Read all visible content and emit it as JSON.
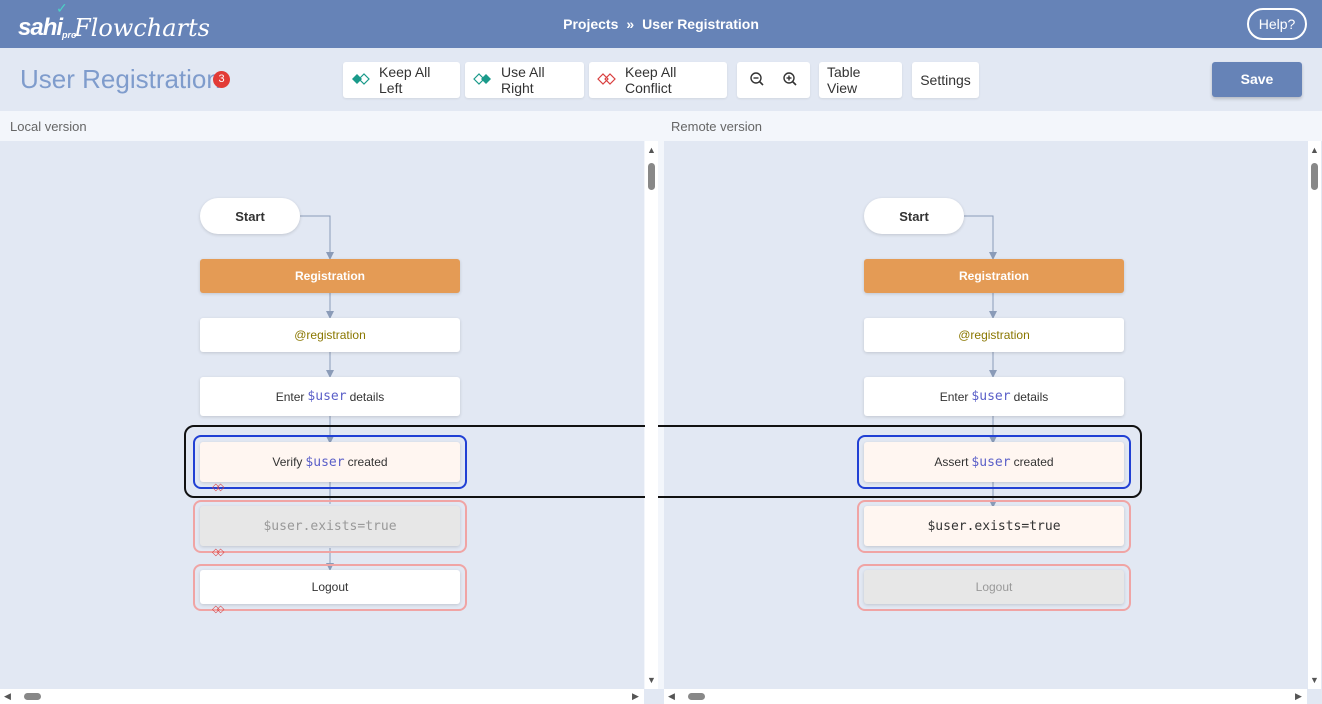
{
  "app": {
    "logo_main": "sahi",
    "logo_sub": "pro",
    "logo_product": "Flowcharts"
  },
  "breadcrumb": {
    "projects": "Projects",
    "separator": "»",
    "current": "User Registration"
  },
  "header": {
    "help_label": "Help?"
  },
  "toolbar": {
    "title": "User Registration",
    "conflict_count": "3",
    "keep_all_left": "Keep All Left",
    "use_all_right": "Use All Right",
    "keep_all_conflict": "Keep All Conflict",
    "zoom_out_icon": "zoom-out-icon",
    "zoom_in_icon": "zoom-in-icon",
    "table_view": "Table View",
    "settings": "Settings",
    "save": "Save"
  },
  "panels": {
    "local_label": "Local version",
    "remote_label": "Remote version"
  },
  "local_flow": {
    "start": "Start",
    "registration": "Registration",
    "tag": "@registration",
    "enter_prefix": "Enter",
    "enter_var": "$user",
    "enter_suffix": "details",
    "verify_prefix": "Verify",
    "verify_var": "$user",
    "verify_suffix": "created",
    "exists": "$user.exists=true",
    "logout": "Logout"
  },
  "remote_flow": {
    "start": "Start",
    "registration": "Registration",
    "tag": "@registration",
    "enter_prefix": "Enter",
    "enter_var": "$user",
    "enter_suffix": "details",
    "assert_prefix": "Assert",
    "assert_var": "$user",
    "assert_suffix": "created",
    "exists": "$user.exists=true",
    "logout": "Logout"
  },
  "colors": {
    "topbar": "#6683b7",
    "registration_node": "#e49b55",
    "selected_outline": "#2140d4",
    "conflict_outline": "#f0a4a4",
    "badge": "#e23b36"
  }
}
